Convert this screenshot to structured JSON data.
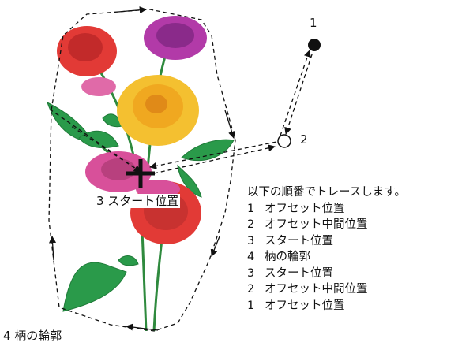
{
  "labels": {
    "point_1": "1",
    "point_2": "2",
    "start_position": "3 スタート位置",
    "pattern_outline": "4 柄の輪郭"
  },
  "instructions": {
    "heading": "以下の順番でトレースします。",
    "steps": [
      {
        "num": "1",
        "text": "オフセット位置"
      },
      {
        "num": "2",
        "text": "オフセット中間位置"
      },
      {
        "num": "3",
        "text": "スタート位置"
      },
      {
        "num": "4",
        "text": "柄の輪郭"
      },
      {
        "num": "3",
        "text": "スタート位置"
      },
      {
        "num": "2",
        "text": "オフセット中間位置"
      },
      {
        "num": "1",
        "text": "オフセット位置"
      }
    ]
  },
  "colors": {
    "rose_red": "#e23a36",
    "rose_pink": "#d8509a",
    "rose_purple": "#b23aa8",
    "rose_yellow": "#f4c030",
    "leaf_green": "#2a9a4a",
    "trace_line": "#111111"
  }
}
